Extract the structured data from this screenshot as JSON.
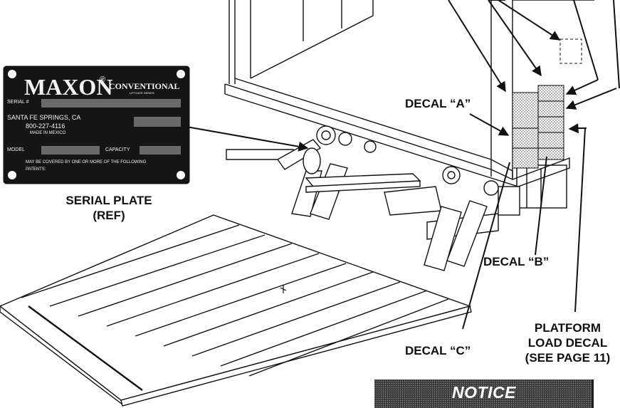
{
  "serial_plate": {
    "brand": "MAXON",
    "registered_mark": "®",
    "model_line": "CONVENTIONAL",
    "model_sub": "LIFTGATE SERIES",
    "serial_label": "SERIAL #",
    "city": "SANTA FE SPRINGS, CA",
    "phone": "800-227-4116",
    "made_in": "MADE IN MEXICO",
    "model_label": "MODEL",
    "capacity_label": "CAPACITY",
    "patent_note_1": "MAY BE COVERED BY ONE OR MORE OF THE FOLLOWING",
    "patent_note_2": "PATENTS:"
  },
  "callouts": {
    "serial_plate_line1": "SERIAL PLATE",
    "serial_plate_line2": "(REF)",
    "decal_a": "DECAL “A”",
    "decal_b": "DECAL “B”",
    "decal_c": "DECAL “C”",
    "platform_load_1": "PLATFORM",
    "platform_load_2": "LOAD DECAL",
    "platform_load_3": "(SEE PAGE 11)"
  },
  "notice": {
    "label": "NOTICE"
  },
  "colors": {
    "ink": "#111111",
    "plate_bg": "#151515",
    "paper": "#ffffff",
    "decal_fill": "#c8c8c8"
  }
}
